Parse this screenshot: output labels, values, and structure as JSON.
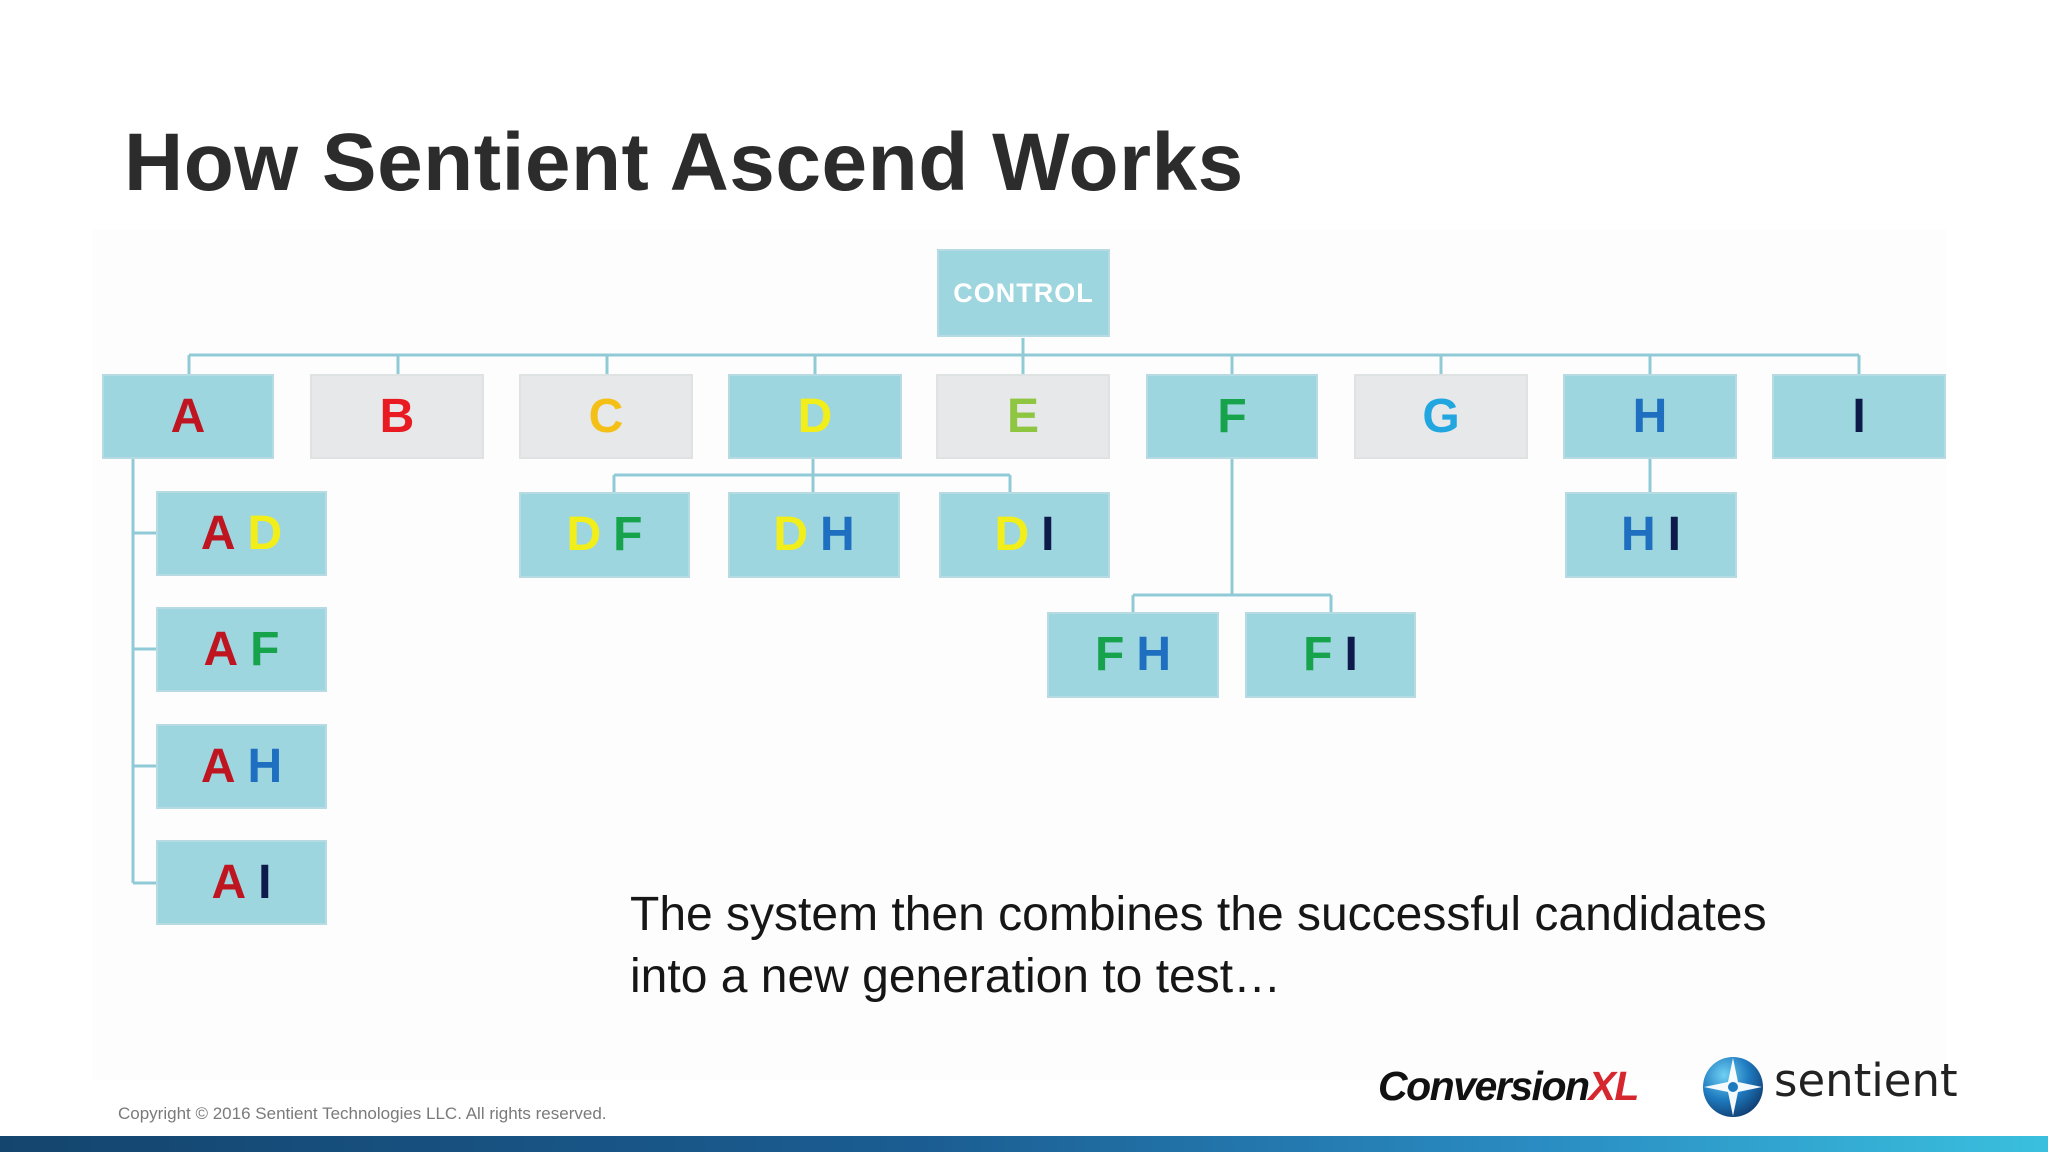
{
  "slide": {
    "title": "How Sentient Ascend Works",
    "caption_line1": "The system then combines the successful candidates",
    "caption_line2": "into a new generation to test…",
    "copyright": "Copyright © 2016 Sentient Technologies LLC. All rights reserved."
  },
  "logos": {
    "conversionxl_part1": "Conversion",
    "conversionxl_part2": "XL",
    "sentient_name": "sentient"
  },
  "letter_colors": {
    "A": "#bf1520",
    "B": "#e81a22",
    "C": "#f5c016",
    "D": "#f2ee1a",
    "E": "#8ec641",
    "F": "#17a34b",
    "G": "#21a6e0",
    "H": "#1e6fbf",
    "I": "#0d1a4a"
  },
  "diagram": {
    "control": {
      "label": "CONTROL"
    },
    "generation1": [
      {
        "label": "A",
        "selected": true
      },
      {
        "label": "B",
        "selected": false
      },
      {
        "label": "C",
        "selected": false
      },
      {
        "label": "D",
        "selected": true
      },
      {
        "label": "E",
        "selected": false
      },
      {
        "label": "F",
        "selected": true
      },
      {
        "label": "G",
        "selected": false
      },
      {
        "label": "H",
        "selected": true
      },
      {
        "label": "I",
        "selected": true
      }
    ],
    "generation2": [
      {
        "parent": "A",
        "letters": [
          "A",
          "D"
        ]
      },
      {
        "parent": "A",
        "letters": [
          "A",
          "F"
        ]
      },
      {
        "parent": "A",
        "letters": [
          "A",
          "H"
        ]
      },
      {
        "parent": "A",
        "letters": [
          "A",
          "I"
        ]
      },
      {
        "parent": "D",
        "letters": [
          "D",
          "F"
        ]
      },
      {
        "parent": "D",
        "letters": [
          "D",
          "H"
        ]
      },
      {
        "parent": "D",
        "letters": [
          "D",
          "I"
        ]
      },
      {
        "parent": "F",
        "letters": [
          "F",
          "H"
        ]
      },
      {
        "parent": "F",
        "letters": [
          "F",
          "I"
        ]
      },
      {
        "parent": "H",
        "letters": [
          "H",
          "I"
        ]
      }
    ]
  }
}
